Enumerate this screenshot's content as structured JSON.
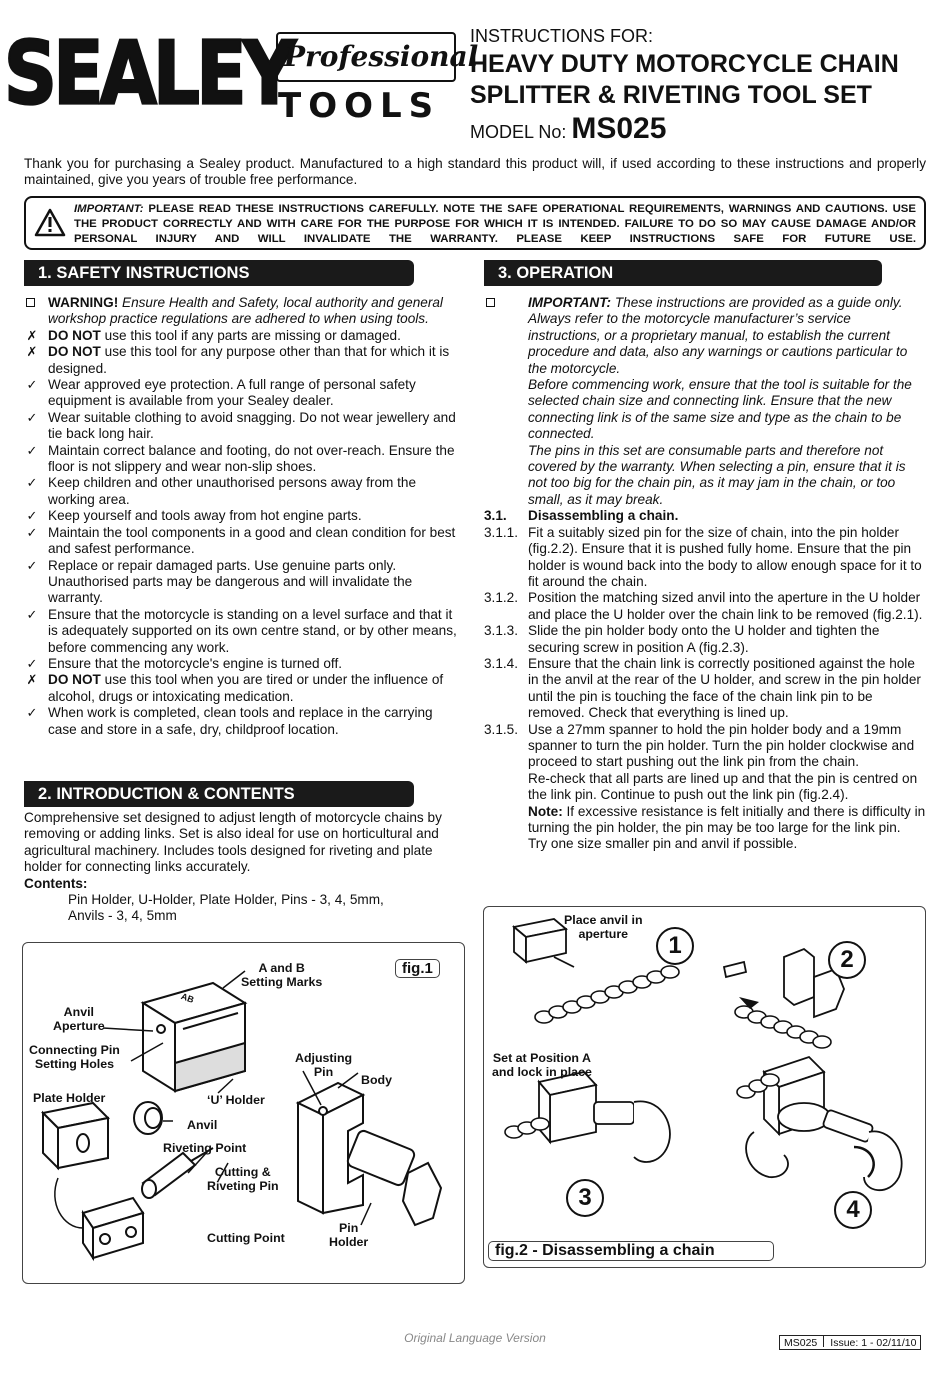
{
  "header": {
    "brand": "SEALEY",
    "pro_script": "Professional",
    "pro_tools": "TOOLS",
    "instructions_for": "INSTRUCTIONS FOR:",
    "title_line1": "HEAVY DUTY MOTORCYCLE CHAIN",
    "title_line2": "SPLITTER & RIVETING TOOL SET",
    "model_label": "MODEL No:",
    "model_number": "MS025"
  },
  "intro": "Thank you for purchasing a Sealey product. Manufactured to a high standard this product will, if used according to these instructions and properly maintained, give you years of trouble free performance.",
  "warning": {
    "lead": "IMPORTANT:",
    "text": "PLEASE READ THESE INSTRUCTIONS CAREFULLY. NOTE THE SAFE OPERATIONAL REQUIREMENTS, WARNINGS AND CAUTIONS. USE THE PRODUCT CORRECTLY AND WITH CARE FOR THE PURPOSE FOR WHICH IT IS INTENDED. FAILURE TO DO SO MAY CAUSE DAMAGE AND/OR PERSONAL INJURY AND WILL INVALIDATE THE WARRANTY. PLEASE KEEP INSTRUCTIONS SAFE FOR FUTURE USE."
  },
  "safety": {
    "heading": "1.   SAFETY INSTRUCTIONS",
    "warning_bold": "WARNING!",
    "warning_text": " Ensure Health and Safety, local authority and general workshop practice regulations are adhered to when using tools.",
    "do_not": "DO NOT",
    "items": [
      {
        "mark": "✗",
        "bold": "DO NOT",
        "text": " use this tool if any parts are missing or damaged."
      },
      {
        "mark": "✗",
        "bold": "DO NOT",
        "text": " use this tool for any purpose other than that for which it is designed."
      },
      {
        "mark": "✓",
        "bold": "",
        "text": "Wear approved eye protection. A full range of personal safety equipment is available from your Sealey dealer."
      },
      {
        "mark": "✓",
        "bold": "",
        "text": "Wear suitable clothing to avoid snagging. Do not wear jewellery and tie back long hair."
      },
      {
        "mark": "✓",
        "bold": "",
        "text": "Maintain correct balance and footing, do not over-reach. Ensure the floor is not slippery and wear non-slip shoes."
      },
      {
        "mark": "✓",
        "bold": "",
        "text": "Keep children and other unauthorised persons away from the working area."
      },
      {
        "mark": "✓",
        "bold": "",
        "text": "Keep yourself and tools away from hot engine parts."
      },
      {
        "mark": "✓",
        "bold": "",
        "text": "Maintain the tool components in a good and clean condition for best and safest performance."
      },
      {
        "mark": "✓",
        "bold": "",
        "text": "Replace or repair damaged parts. Use genuine parts only. Unauthorised parts may be dangerous and will invalidate the warranty."
      },
      {
        "mark": "✓",
        "bold": "",
        "text": "Ensure that the motorcycle is standing on a level surface and that it is adequately supported on its own centre stand, or by other means, before commencing any work."
      },
      {
        "mark": "✓",
        "bold": "",
        "text": "Ensure that the motorcycle's engine is turned off."
      },
      {
        "mark": "✗",
        "bold": "DO NOT",
        "text": " use this tool when you are tired or under the influence of alcohol, drugs or intoxicating medication."
      },
      {
        "mark": "✓",
        "bold": "",
        "text": "When work is completed, clean tools and replace in the carrying case and store in a safe, dry, childproof location."
      }
    ]
  },
  "introduction": {
    "heading": "2.   INTRODUCTION & CONTENTS",
    "text": "Comprehensive set designed to adjust length of motorcycle chains by removing or adding links. Set is also ideal for use on horticultural and agricultural machinery. Includes tools designed for riveting and plate holder for connecting links accurately.",
    "contents_label": "Contents:",
    "contents_line1": "Pin Holder, U-Holder, Plate Holder, Pins - 3, 4, 5mm,",
    "contents_line2": "Anvils - 3, 4, 5mm"
  },
  "operation": {
    "heading": "3.   OPERATION",
    "important_bold": "IMPORTANT:",
    "important_text": " These instructions are provided as a guide only. Always refer to the motorcycle manufacturer’s service instructions, or a proprietary manual, to establish the current procedure and data, also any warnings or cautions particular to the motorcycle.",
    "para2": "Before commencing work, ensure that the tool is suitable for the selected chain size and connecting link. Ensure that the new connecting link is of the same size and type as the chain to be connected.",
    "para3": "The pins in this set are consumable parts and therefore not covered by the warranty. When selecting a pin, ensure that it is not too big for the chain pin, as it may jam in the chain, or too small, as it may break.",
    "sub_num": "3.1.",
    "sub_title": "Disassembling a chain.",
    "steps": [
      {
        "n": "3.1.1.",
        "text": "Fit a suitably sized pin for the size of chain, into the pin holder (fig.2.2). Ensure that it is pushed fully home. Ensure that the pin holder is wound back into the body to allow enough space for it to fit around the chain."
      },
      {
        "n": "3.1.2.",
        "text": "Position the matching sized anvil into the aperture in the U holder and place the U holder over the chain link to be removed (fig.2.1)."
      },
      {
        "n": "3.1.3.",
        "text": "Slide the pin holder body onto the U holder and tighten the securing screw in position A (fig.2.3)."
      },
      {
        "n": "3.1.4.",
        "text": "Ensure that the chain link is correctly positioned against the hole in the anvil at the rear of the U holder, and screw in the pin holder until the pin is touching the face of the chain link pin to be removed. Check that everything is lined up."
      },
      {
        "n": "3.1.5.",
        "text": "Use a 27mm spanner to hold the pin holder body and a 19mm spanner to turn the pin holder. Turn the pin holder clockwise and proceed to start pushing out the link pin from the chain."
      }
    ],
    "recheck": "Re-check that all parts are lined up and that the pin is centred on the link pin. Continue to push out the link pin (fig.2.4).",
    "note_bold": "Note:",
    "note_text": " If excessive resistance is felt initially and there is difficulty in turning the pin holder, the pin may be too large for the link pin.",
    "try_text": "Try one size smaller pin and anvil if possible."
  },
  "fig1": {
    "label": "fig.1",
    "a_and_b": "A and B\nSetting Marks",
    "ab_mark": "AB",
    "anvil_aperture": "Anvil\nAperture",
    "connecting_pin": "Connecting Pin\nSetting Holes",
    "u_holder": "‘U’ Holder",
    "plate_holder": "Plate Holder",
    "anvil": "Anvil",
    "riveting_point": "Riveting Point",
    "cutting_riveting_pin": "Cutting &\nRiveting Pin",
    "cutting_point": "Cutting Point",
    "adjusting_pin": "Adjusting\nPin",
    "body": "Body",
    "pin_holder": "Pin\nHolder"
  },
  "fig2": {
    "label": "fig.2 - Disassembling a chain",
    "place_anvil": "Place anvil in\naperture",
    "set_position": "Set at Position A\nand lock in place",
    "n1": "1",
    "n2": "2",
    "n3": "3",
    "n4": "4"
  },
  "footer": {
    "language": "Original Language Version",
    "model": "MS025",
    "issue": "Issue: 1 - 02/11/10"
  }
}
